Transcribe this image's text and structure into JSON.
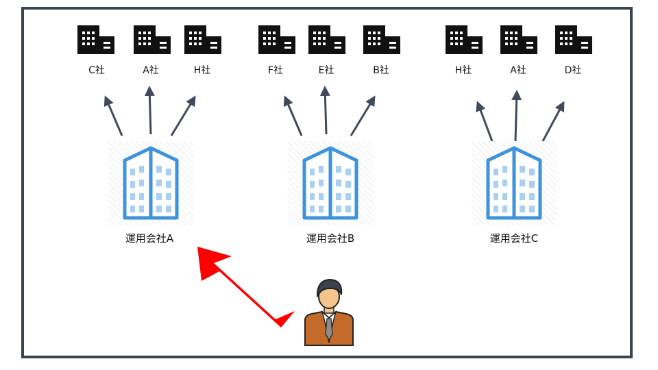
{
  "clients": [
    {
      "label": "C社"
    },
    {
      "label": "A社"
    },
    {
      "label": "H社"
    },
    {
      "label": "F社"
    },
    {
      "label": "E社"
    },
    {
      "label": "B社"
    },
    {
      "label": "H社"
    },
    {
      "label": "A社"
    },
    {
      "label": "D社"
    }
  ],
  "operators": [
    {
      "label": "運用会社A"
    },
    {
      "label": "運用会社B"
    },
    {
      "label": "運用会社C"
    }
  ],
  "colors": {
    "frame": "#3b4550",
    "arrow": "#3f4a5a",
    "highlight_arrow": "#ff0000",
    "building_blue": "#3d93dc",
    "client_building": "#111111"
  }
}
